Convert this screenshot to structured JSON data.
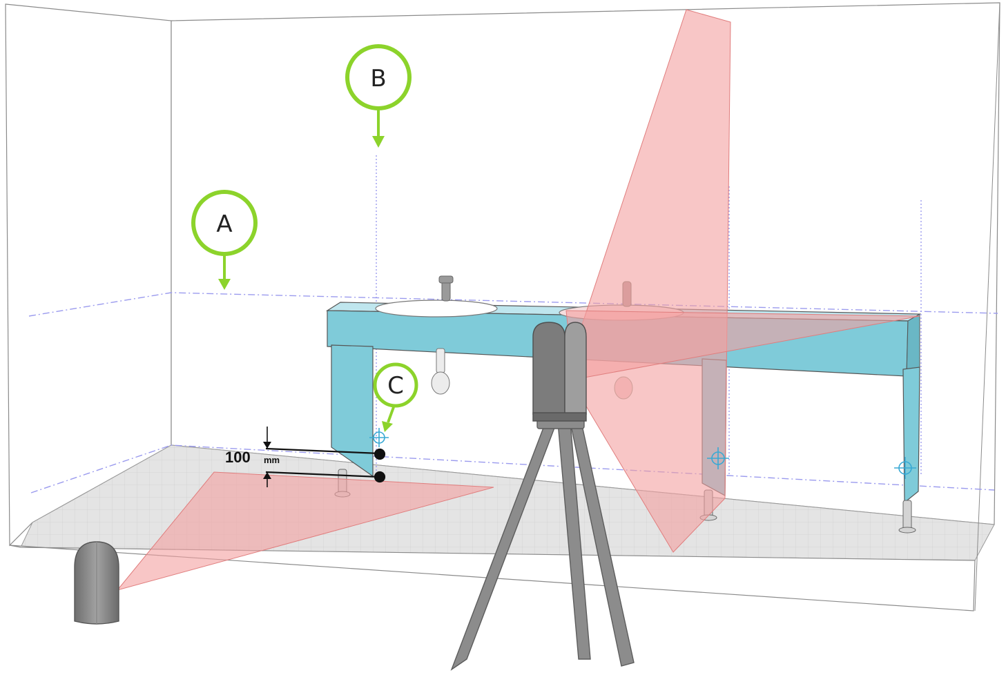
{
  "callouts": {
    "a": {
      "label": "A"
    },
    "b": {
      "label": "B"
    },
    "c": {
      "label": "C"
    }
  },
  "dimension": {
    "value": "100",
    "unit": "mm"
  },
  "colors": {
    "callout_ring": "#8cd32b",
    "vanity": "#7fcbd9",
    "laser_plane": "#f4a0a0",
    "floor": "#e2e2e2",
    "scanner": "#808080",
    "guide_line": "#9a9aee",
    "target": "#38a9d4"
  },
  "icons": [
    "crosshair-target-icon",
    "arrow-down-icon"
  ]
}
